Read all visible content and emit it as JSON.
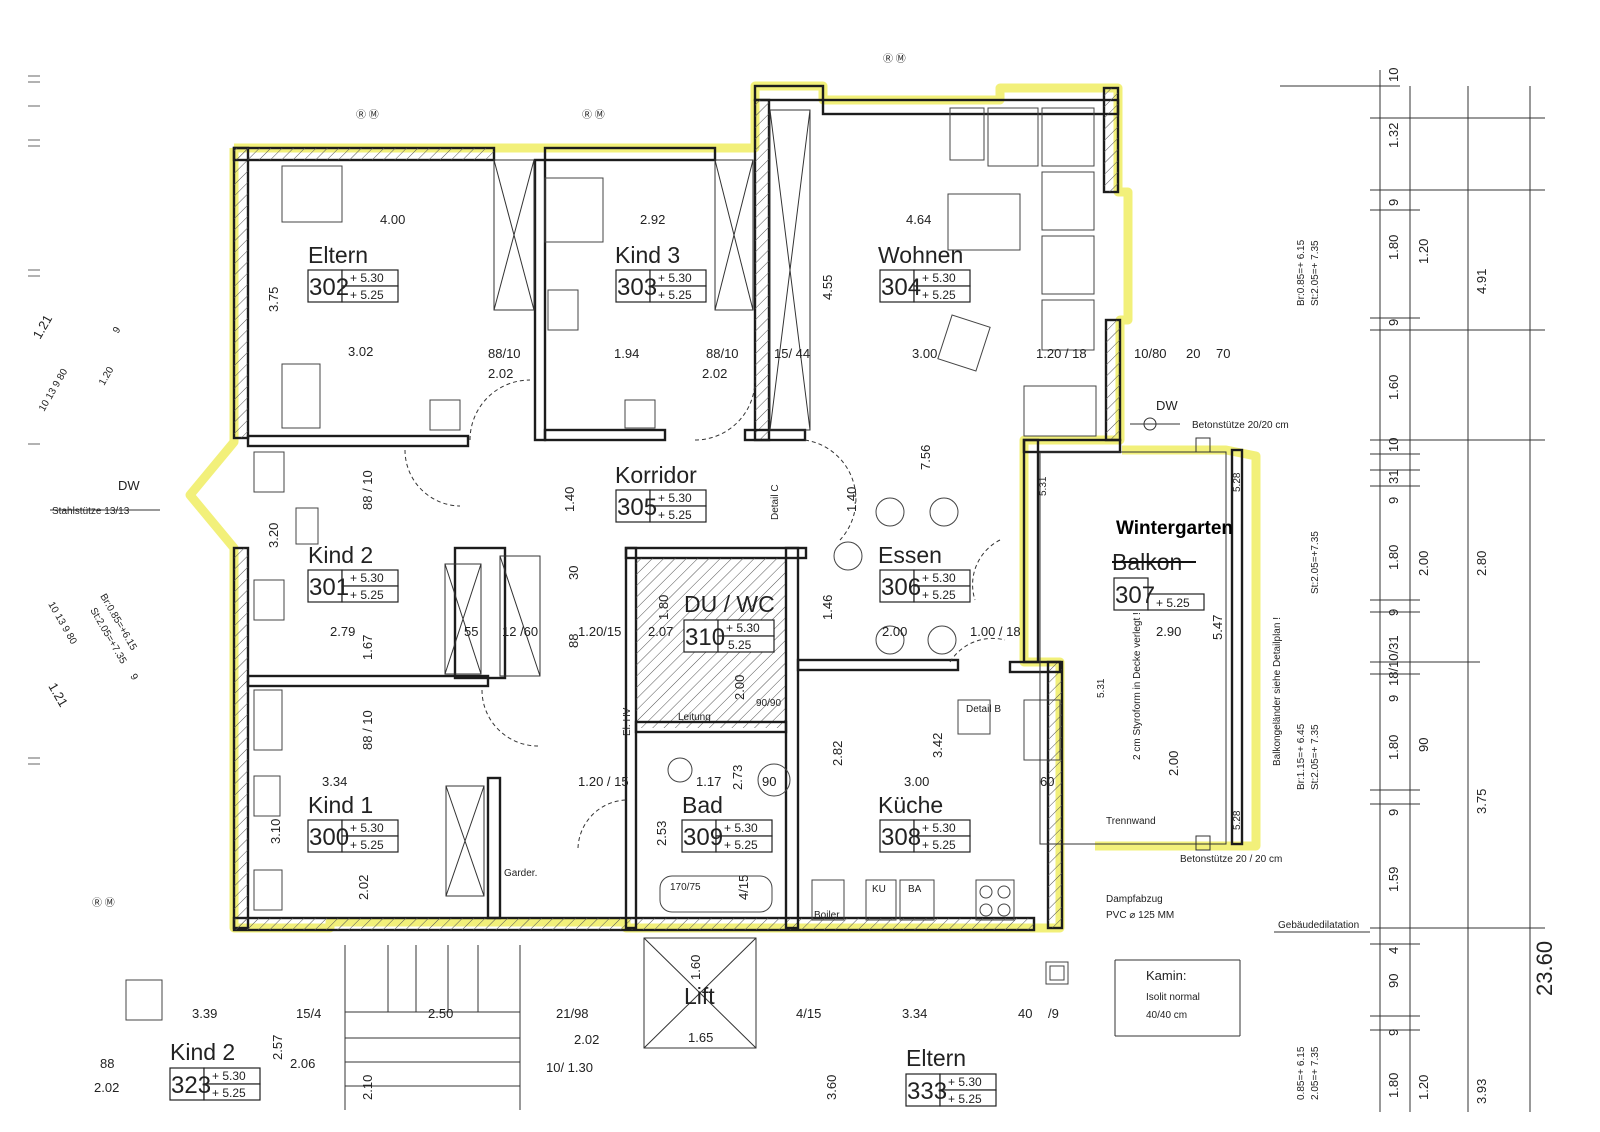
{
  "rooms": {
    "r302": {
      "name": "Eltern",
      "number": "302",
      "level_a": "+ 5.30",
      "level_b": "+ 5.25"
    },
    "r303": {
      "name": "Kind  3",
      "number": "303",
      "level_a": "+ 5.30",
      "level_b": "+ 5.25"
    },
    "r304": {
      "name": "Wohnen",
      "number": "304",
      "level_a": "+ 5.30",
      "level_b": "+ 5.25"
    },
    "r305": {
      "name": "Korridor",
      "number": "305",
      "level_a": "+ 5.30",
      "level_b": "+ 5.25"
    },
    "r301": {
      "name": "Kind  2",
      "number": "301",
      "level_a": "+ 5.30",
      "level_b": "+ 5.25"
    },
    "r306": {
      "name": "Essen",
      "number": "306",
      "level_a": "+ 5.30",
      "level_b": "+ 5.25"
    },
    "r307": {
      "name": "Wintergarten",
      "old_name": "Balkon",
      "number": "307",
      "level_b": "+ 5.25"
    },
    "r310": {
      "name": "DU / WC",
      "number": "310",
      "level_a": "+ 5.30",
      "level_b": "5.25"
    },
    "r300": {
      "name": "Kind  1",
      "number": "300",
      "level_a": "+ 5.30",
      "level_b": "+ 5.25"
    },
    "r309": {
      "name": "Bad",
      "number": "309",
      "level_a": "+ 5.30",
      "level_b": "+ 5.25"
    },
    "r308": {
      "name": "Küche",
      "number": "308",
      "level_a": "+ 5.30",
      "level_b": "+ 5.25"
    },
    "r323": {
      "name": "Kind  2",
      "number": "323",
      "level_a": "+ 5.30",
      "level_b": "+ 5.25"
    },
    "r333": {
      "name": "Eltern",
      "number": "333",
      "level_a": "+ 5.30",
      "level_b": "+ 5.25"
    },
    "lift": {
      "name": "Lift",
      "dim": "1.65",
      "dim2": "1.60"
    }
  },
  "dims": {
    "d_400": "4.00",
    "d_375": "3.75",
    "d_302": "3.02",
    "d_292": "2.92",
    "d_464": "4.64",
    "d_455": "4.55",
    "d_300": "3.00",
    "d_1945": "1.94",
    "d_202a": "2.02",
    "d_202b": "2.02",
    "d_8810a": "88/10",
    "d_8810b": "88/10",
    "d_1544": "15/  44",
    "d_120_18": "1.20 / 18",
    "d_1080": "10/80",
    "d_20": "20",
    "d_70": "70",
    "d_756": "7.56",
    "d_140a": "1.40",
    "d_140b": "1.40",
    "d_320": "3.20",
    "d_279": "2.79",
    "d_167": "1.67",
    "d_55": "55",
    "d_1260": "12   /60",
    "d_120_15": "1.20/15",
    "d_207": "2.07",
    "d_180": "1.80",
    "d_146": "1.46",
    "d_200": "2.00",
    "d_100_18": "1.00 / 18",
    "d_290": "2.90",
    "d_547": "5.47",
    "d_334": "3.34",
    "d_310": "3.10",
    "d_202c": "2.02",
    "d_120_15b": "1.20  / 15",
    "d_117": "1.17",
    "d_90": "90",
    "d_273": "2.73",
    "d_253": "2.53",
    "d_282": "2.82",
    "d_342": "3.42",
    "d_300b": "3.00",
    "d_200b": "2.00",
    "d_60": "60",
    "d_339": "3.39",
    "d_154": "15/4",
    "d_250": "2.50",
    "d_2198": "21/98",
    "d_202d": "2.02",
    "d_130": "10/  1.30",
    "d_415": "4/15",
    "d_334b": "3.34",
    "d_40": "40",
    "d_9": "/9",
    "d_257": "2.57",
    "d_206": "2.06",
    "d_88": "88",
    "d_202e": "2.02",
    "d_210": "2.10",
    "d_360": "3.60",
    "d_170_75": "170/75",
    "d_415b": "4/15",
    "d_9090": "90/90",
    "d_200c": "2.00",
    "d_88_10c": "88 / 10",
    "d_88_10d": "88 / 10",
    "d_88c": "88",
    "d_30": "30"
  },
  "right_dims": [
    "10",
    "1.32",
    "9",
    "1.80",
    "9",
    "1.60",
    "10",
    "31",
    "9",
    "1.80",
    "9",
    "18/10/31",
    "9",
    "1.80",
    "9",
    "1.59",
    "4",
    "90",
    "9",
    "1.80"
  ],
  "right_dims2": [
    "1.20",
    "2.00",
    "90",
    "1.20"
  ],
  "right_dims3": [
    "4.91",
    "2.80",
    "3.75",
    "3.93"
  ],
  "total": "23.60",
  "notes": {
    "br1": "Br:0.85=+ 6.15",
    "st1": "St:2.05=+ 7.35",
    "st2": "St:2.05=+7.35",
    "br3": "Br:1.15=+ 6.45",
    "st3": "St:2.05=+ 7.35",
    "br4": "0.85=+ 6.15",
    "st4": "2.05=+ 7.35",
    "balk": "Balkongeländer siehe Detailplan !",
    "styro": "2 cm Styroform in Decke verlegt !",
    "betA": "Betonstütze 20/20 cm",
    "betB": "Betonstütze  20 / 20 cm",
    "stahl": "Stahlstütze 13/13",
    "trenn": "Trennwand",
    "damp1": "Dampfabzug",
    "damp2": "PVC ⌀ 125 MM",
    "gebaeude": "Gebäudedilatation",
    "kamin_t": "Kamin:",
    "kamin_1": "Isolit  normal",
    "kamin_2": "40/40  cm",
    "dw1": "DW",
    "dw2": "DW",
    "rm": "Ⓡ Ⓜ",
    "detail_b": "Detail  B",
    "detail_c": "Detail C",
    "leitung": "Leitung",
    "elhv": "El. HV",
    "garder": "Garder.",
    "boiler": "Boiler",
    "ku": "KU",
    "ba": "BA",
    "diag_a1": "1.21",
    "diag_a2": "10 13 9 80",
    "diag_a3": "1.20",
    "diag_a4": "9",
    "diag_b0": "Br:0.85=+6.15",
    "diag_b1": "St:2.05=+7.35",
    "diag_b2": "10 13 9 80",
    "diag_b3": "1.21",
    "diag_b4": "9",
    "n5_31a": "5.31",
    "n5_31b": "5.31",
    "n5_28a": "5.28",
    "n5_28b": "5.28"
  }
}
